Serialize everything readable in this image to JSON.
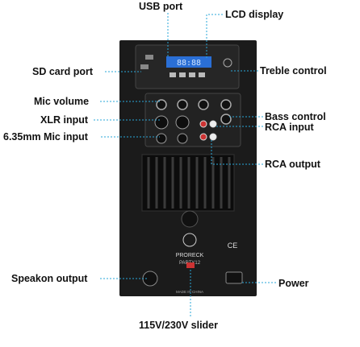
{
  "labels": {
    "usb_port": "USB port",
    "lcd_display": "LCD display",
    "sd_card_port": "SD card port",
    "treble_control": "Treble control",
    "mic_volume": "Mic volume",
    "bass_control": "Bass control",
    "xlr_input": "XLR input",
    "rca_input": "RCA input",
    "mic_input_635": "6.35mm Mic input",
    "rca_output": "RCA output",
    "speakon_output": "Speakon output",
    "power": "Power",
    "voltage_slider": "115V/230V slider"
  },
  "panel": {
    "brand": "PRORECK",
    "model": "PARTY12",
    "made_in": "MADE IN CHINA",
    "ce": "CE",
    "lcd_text": "88:88"
  },
  "colors": {
    "leader": "#2aa7d8",
    "panel": "#1b1b1b",
    "lcd": "#2a6fd6",
    "label": "#111111"
  }
}
